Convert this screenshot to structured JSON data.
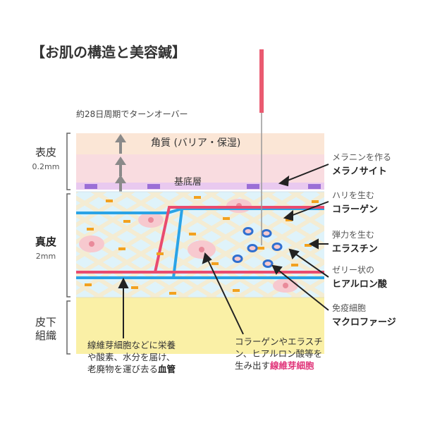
{
  "title": "【お肌の構造と美容鍼】",
  "turnover_note": "約28日周期でターンオーバー",
  "epidermis": {
    "label": "表皮",
    "thickness": "0.2mm",
    "stratum_corneum": "角質 (バリア・保湿)",
    "basal_layer": "基底層"
  },
  "dermis": {
    "label": "真皮",
    "thickness": "2mm"
  },
  "subcutis": {
    "label_line1": "皮下",
    "label_line2": "組織"
  },
  "annotations": [
    {
      "line1": "メラニンを作る",
      "line2": "メラノサイト"
    },
    {
      "line1": "ハリを生む",
      "line2": "コラーゲン"
    },
    {
      "line1": "弾力を生む",
      "line2": "エラスチン"
    },
    {
      "line1": "ゼリー状の",
      "line2": "ヒアルロン酸"
    },
    {
      "line1": "免疫細胞",
      "line2": "マクロファージ"
    }
  ],
  "vessel_note": {
    "line1": "線維芽細胞などに栄養",
    "line2": "や酸素、水分を届け、",
    "line3_pre": "老廃物を運び去る",
    "line3_bold": "血管"
  },
  "fibroblast_note": {
    "line1": "コラーゲンやエラスチ",
    "line2": "ン、ヒアルロン酸等を",
    "line3_pre": "生み出す",
    "line3_em": "線維芽細胞"
  },
  "colors": {
    "stratum_corneum": "#fbe6d6",
    "epidermis_lower": "#f9dce0",
    "basal_strip": "#e9c9ef",
    "melanocyte": "#9b6fd6",
    "dermis": "#dff3fa",
    "collagen_mesh": "#f6efd8",
    "blood_red": "#e94b6f",
    "blood_blue": "#2aa3e6",
    "elastin": "#f2a11f",
    "cell_pink": "#f7c9cf",
    "macrophage": "#2f6fd0",
    "subcutis": "#faf0a6",
    "needle": "#ea5a70"
  }
}
